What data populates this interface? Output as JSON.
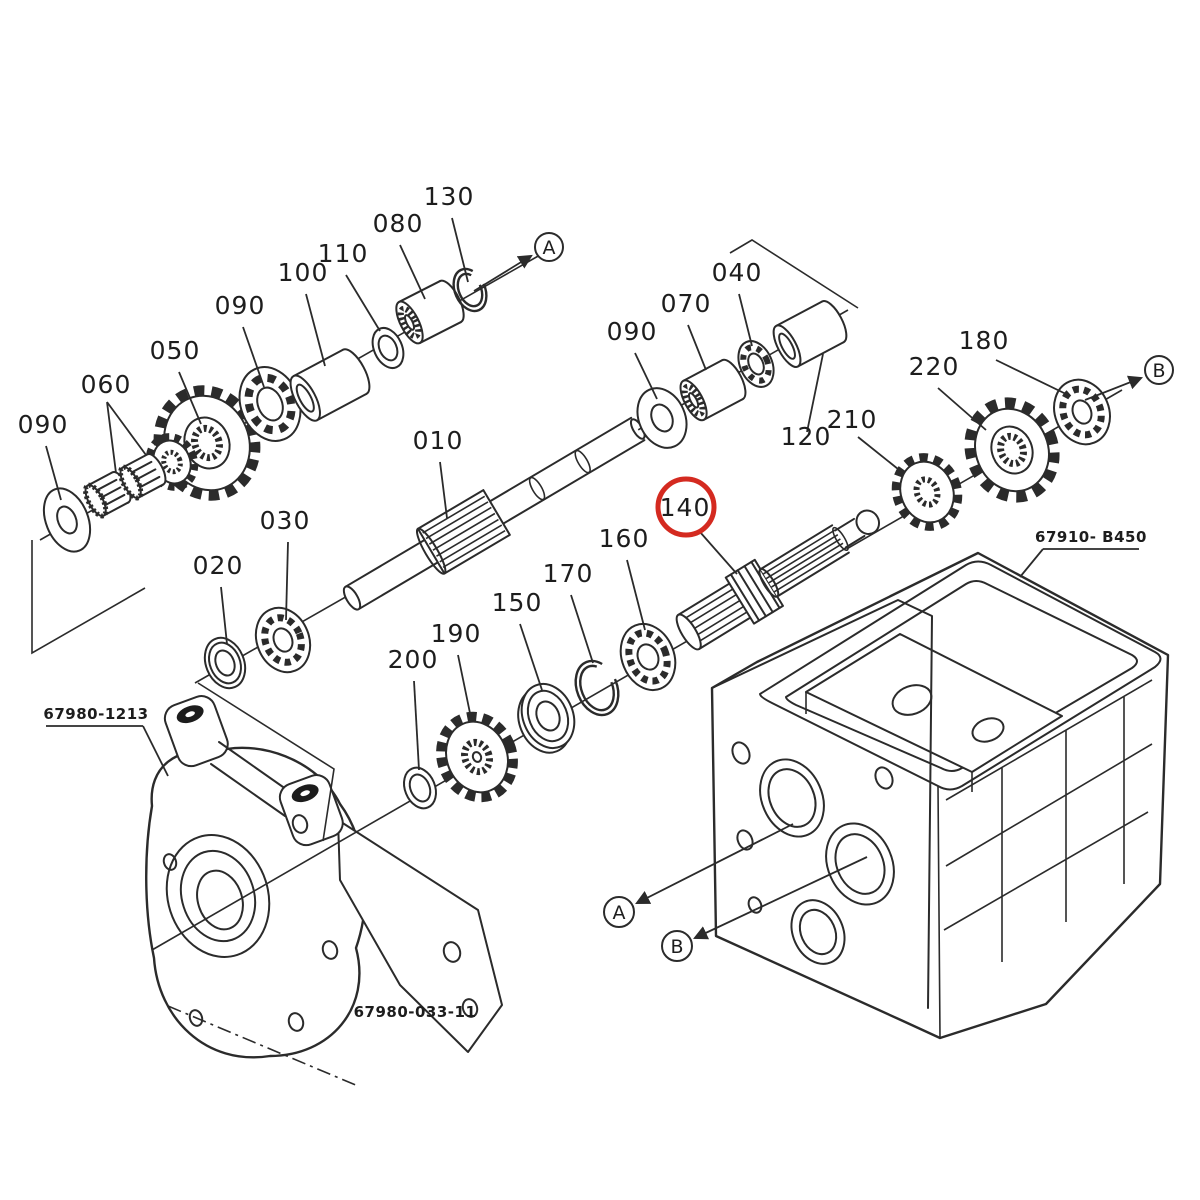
{
  "diagram": {
    "title": "transmission exploded parts diagram",
    "background": "#ffffff",
    "line_color": "#2b2b2b",
    "highlight_color": "#d42a20",
    "highlighted_part": "140"
  },
  "labels": {
    "l130": "130",
    "l080": "080",
    "l110": "110",
    "l100": "100",
    "l090a": "090",
    "l050": "050",
    "l060": "060",
    "l090b": "090",
    "l010": "010",
    "l030": "030",
    "l020": "020",
    "l090c": "090",
    "l070": "070",
    "l040": "040",
    "l120": "120",
    "l210": "210",
    "l220": "220",
    "l180": "180",
    "l140": "140",
    "l160": "160",
    "l170": "170",
    "l150": "150",
    "l190": "190",
    "l200": "200"
  },
  "markers": {
    "a_top": "A",
    "b_top": "B",
    "a_bottom": "A",
    "b_bottom": "B"
  },
  "refs": {
    "cover": "67980-1213",
    "case": "67910- B450",
    "bottom": "67980-033-11"
  }
}
